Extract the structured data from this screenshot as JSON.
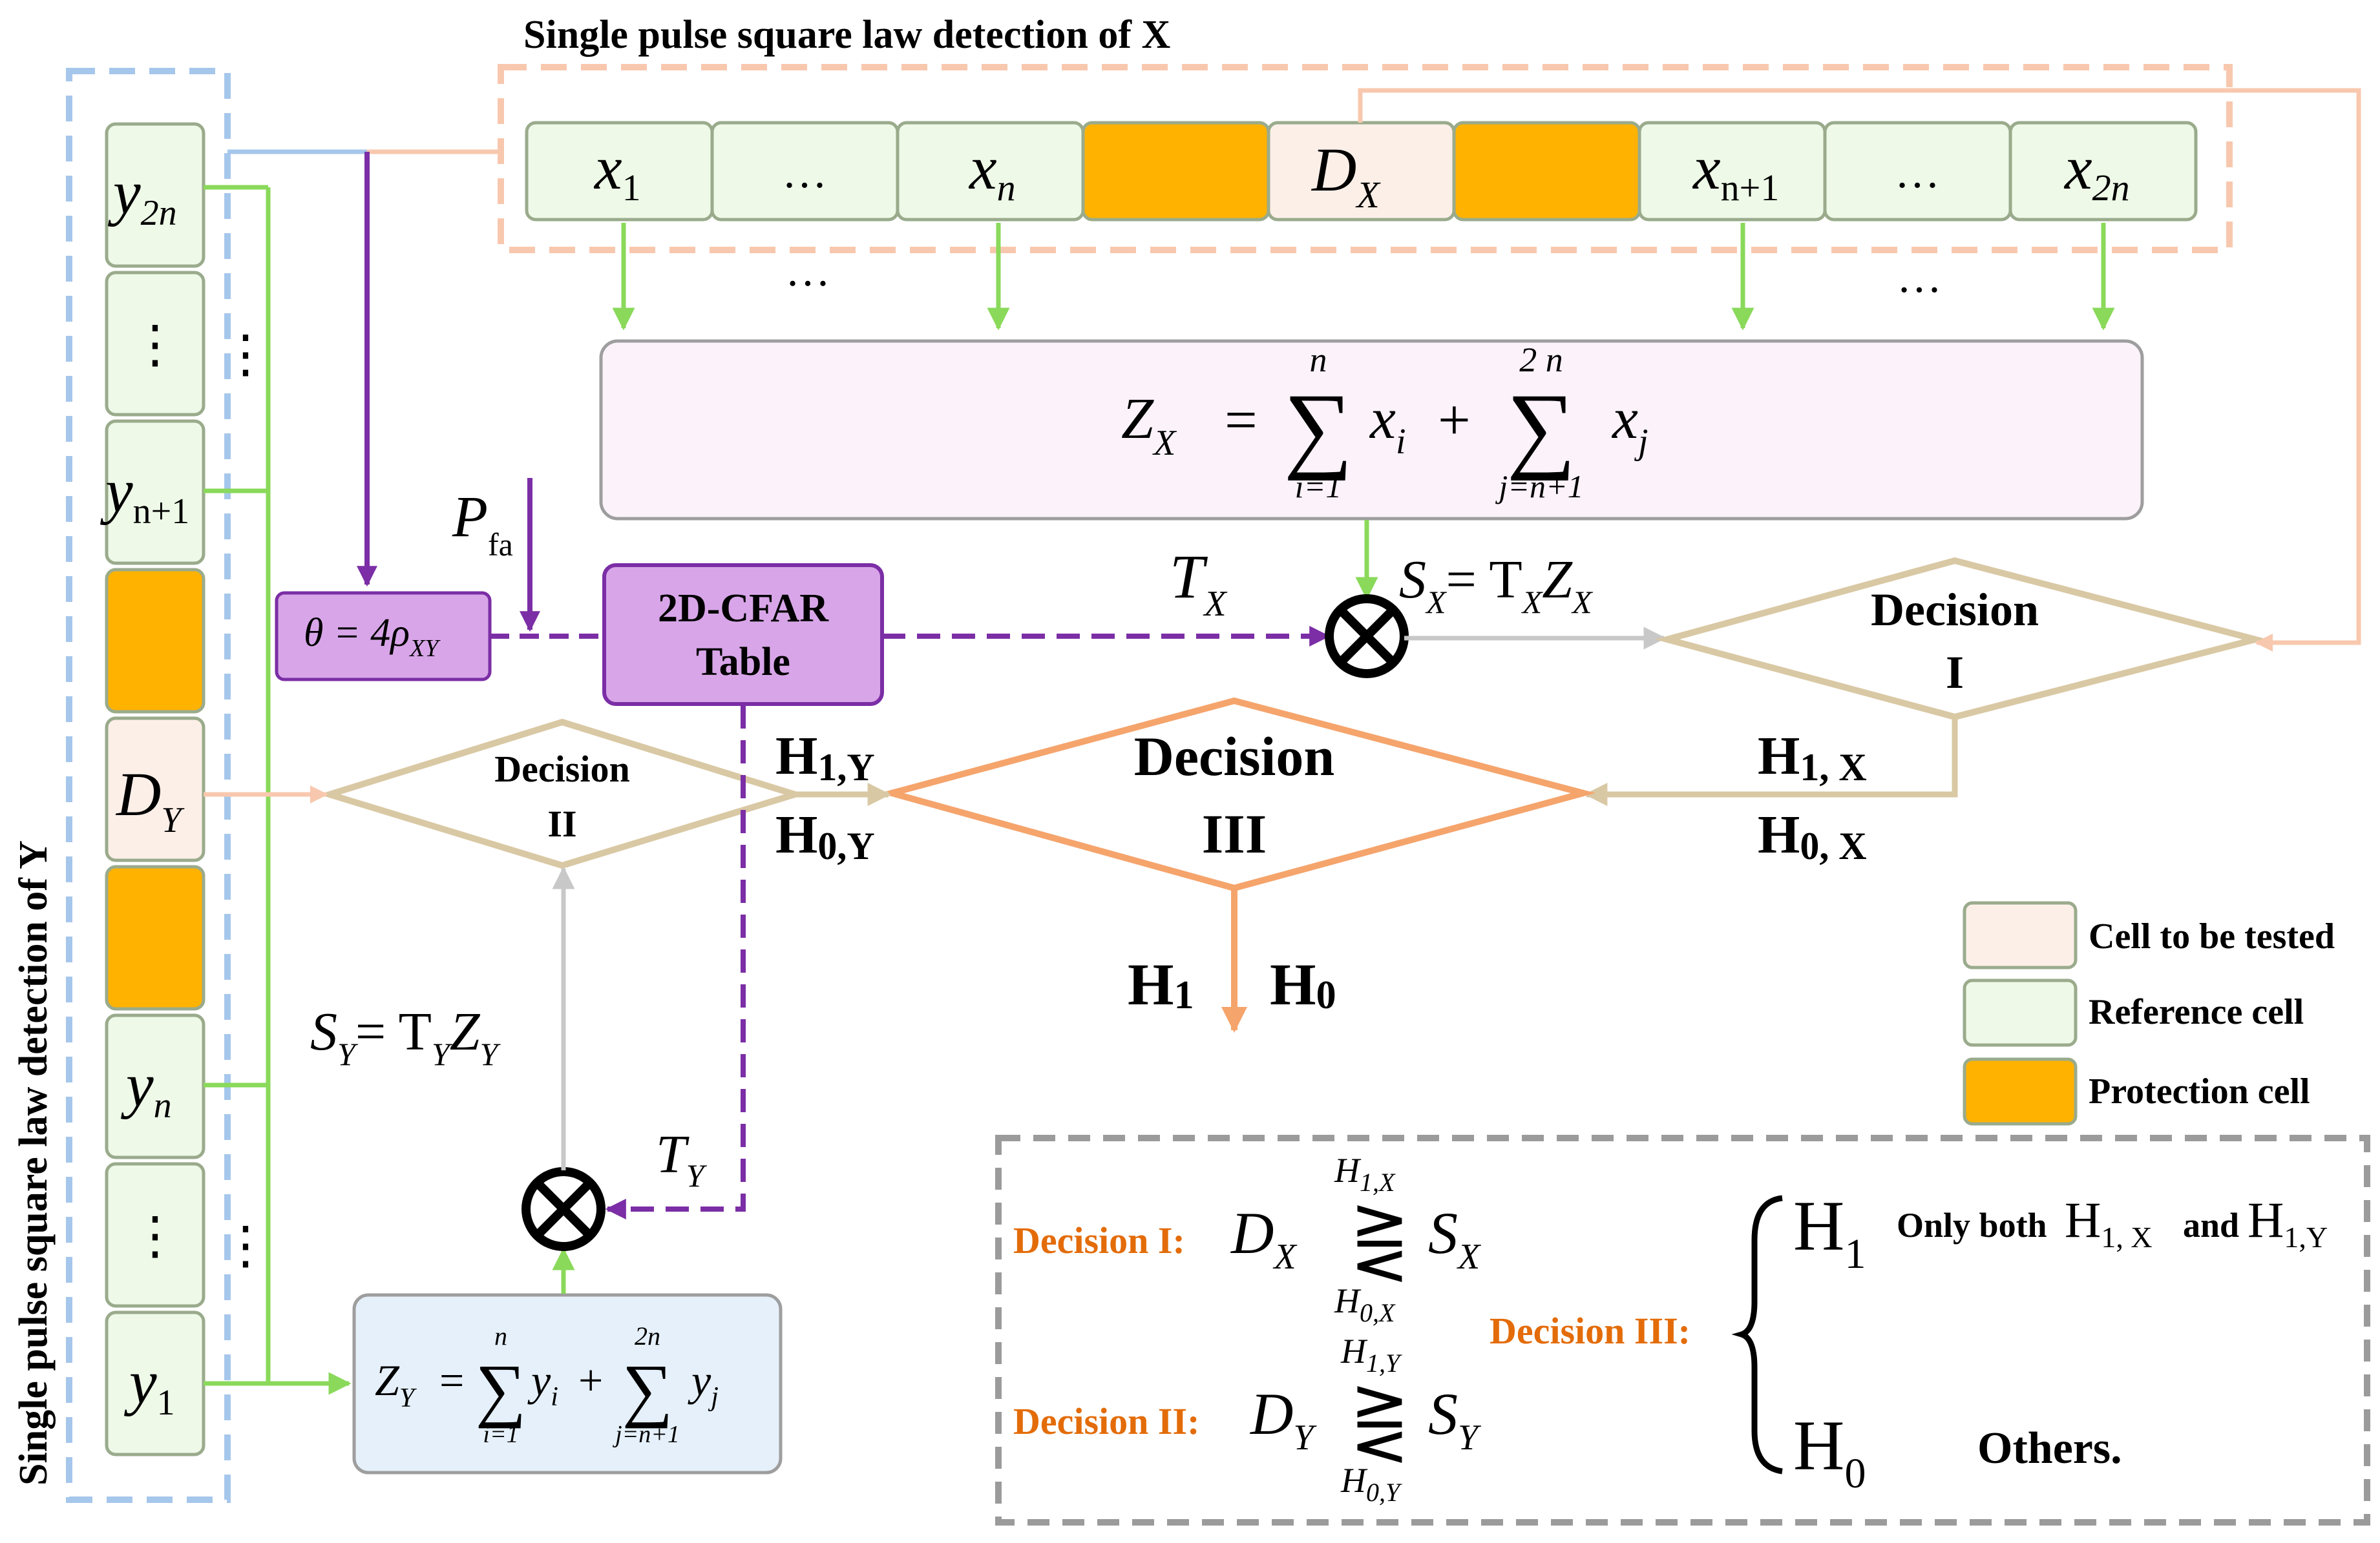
{
  "title_x": "Single pulse square law detection of X",
  "title_y": "Single pulse square law detection of Y",
  "x_cells": {
    "x1": "x",
    "x1_sub": "1",
    "dots1": "…",
    "xn": "x",
    "xn_sub": "n",
    "dx": "D",
    "dx_sub": "X",
    "xn1": "x",
    "xn1_sub": "n+1",
    "dots2": "…",
    "x2n": "x",
    "x2n_sub": "2n"
  },
  "under_dots": "…",
  "y_cells": {
    "y2n": "y",
    "y2n_sub": "2n",
    "vdots": "⋮",
    "yn1": "y",
    "yn1_sub": "n+1",
    "dy": "D",
    "dy_sub": "Y",
    "yn": "y",
    "yn_sub": "n",
    "y1": "y",
    "y1_sub": "1"
  },
  "side_dots": "⋮",
  "zx_formula": {
    "Z": "Z",
    "Z_sub": "X",
    "eq": "=",
    "plus": "+",
    "sum1_top": "n",
    "sum1_bot": "i=1",
    "term1": "x",
    "term1_sub": "i",
    "sum2_top": "2 n",
    "sum2_bot": "j=n+1",
    "term2": "x",
    "term2_sub": "j",
    "sigma": "∑"
  },
  "zy_formula": {
    "Z": "Z",
    "Z_sub": "Y",
    "eq": "=",
    "plus": "+",
    "sum1_top": "n",
    "sum1_bot": "i=1",
    "term1": "y",
    "term1_sub": "i",
    "sum2_top": "2n",
    "sum2_bot": "j=n+1",
    "term2": "y",
    "term2_sub": "j",
    "sigma": "∑"
  },
  "theta_box": {
    "theta": "θ = 4ρ",
    "sub": "XY"
  },
  "pfa": {
    "P": "P",
    "sub": "fa"
  },
  "cfar_table": {
    "line1": "2D-CFAR",
    "line2": "Table"
  },
  "tx": {
    "T": "T",
    "sub": "X"
  },
  "ty": {
    "T": "T",
    "sub": "Y"
  },
  "sx_eq": {
    "S": "S",
    "S_sub": "X",
    "eq": "= T",
    "T_sub": "X",
    "Z": "Z",
    "Z_sub": "X"
  },
  "sy_eq": {
    "S": "S",
    "S_sub": "Y",
    "eq": "= T",
    "T_sub": "Y",
    "Z": "Z",
    "Z_sub": "Y"
  },
  "multiply": "⊗",
  "decision_1": {
    "line1": "Decision",
    "line2": "I"
  },
  "decision_2": {
    "line1": "Decision",
    "line2": "II"
  },
  "decision_3": {
    "line1": "Decision",
    "line2": "III"
  },
  "h1x": {
    "H": "H",
    "sub": "1, X"
  },
  "h0x": {
    "H": "H",
    "sub": "0, X"
  },
  "h1y": {
    "H": "H",
    "sub": "1,Y"
  },
  "h0y": {
    "H": "H",
    "sub": "0,Y"
  },
  "out_h1": {
    "H": "H",
    "sub": "1"
  },
  "out_h0": {
    "H": "H",
    "sub": "0"
  },
  "legend": {
    "cell_tested": "Cell to be tested",
    "reference": "Reference cell",
    "protection": "Protection cell"
  },
  "rules": {
    "dec1_label": "Decision I:",
    "dec1_D": "D",
    "dec1_D_sub": "X",
    "dec1_top": "H",
    "dec1_top_sub": "1,X",
    "dec1_bot": "H",
    "dec1_bot_sub": "0,X",
    "dec1_S": "S",
    "dec1_S_sub": "X",
    "dec2_label": "Decision II:",
    "dec2_D": "D",
    "dec2_D_sub": "Y",
    "dec2_top": "H",
    "dec2_top_sub": "1,Y",
    "dec2_bot": "H",
    "dec2_bot_sub": "0,Y",
    "dec2_S": "S",
    "dec2_S_sub": "Y",
    "cmp": "⋛",
    "dec3_label": "Decision III:",
    "h1": "H",
    "h1_sub": "1",
    "only_both": "Only both",
    "h1x": "H",
    "h1x_sub": "1, X",
    "and": "and",
    "h1y": "H",
    "h1y_sub": "1,Y",
    "h0": "H",
    "h0_sub": "0",
    "others": "Others."
  },
  "colors": {
    "reference_fill": "#eef9e8",
    "reference_stroke": "#9aab8c",
    "tested_fill": "#fcefe8",
    "protection_fill": "#ffb300",
    "formula_box_fill": "#fbf2fa",
    "zy_box_fill": "#e5f0fa",
    "purple_fill": "#d8a6e8",
    "purple_line": "#7b2ea5",
    "green_line": "#8ad95a",
    "tan_line": "#d9c8a4",
    "orange_line": "#f5a46c",
    "gray_line": "#c8c8c8",
    "blue_dash": "#a6c7ec",
    "peach_dash": "#f8c8ae",
    "label_orange": "#e36c09"
  }
}
